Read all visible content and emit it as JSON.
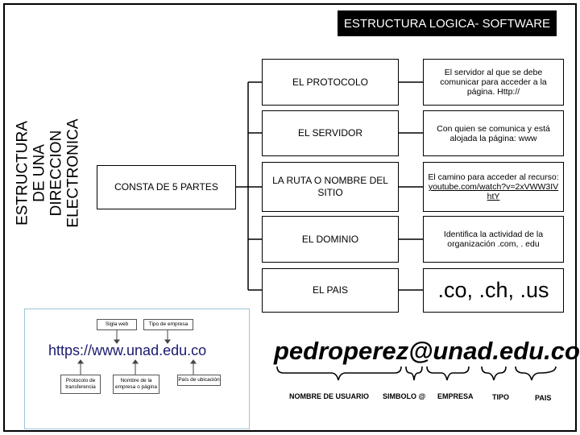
{
  "title": "ESTRUCTURA LOGICA- SOFTWARE",
  "vertical_title": "ESTRUCTURA DE UNA DIRECCION ELECTRONICA",
  "root_box": "CONSTA DE 5 PARTES",
  "parts": [
    {
      "name": "EL PROTOCOLO",
      "description": "El servidor al que se debe comunicar para acceder a la página. Http://"
    },
    {
      "name": "EL SERVIDOR",
      "description": "Con quien se comunica y está alojada la página: www"
    },
    {
      "name": "LA RUTA O NOMBRE DEL SITIO",
      "description": "El camino para acceder al recurso:",
      "link": "youtube.com/watch?v=2xVWW3IVhtY"
    },
    {
      "name": "EL DOMINIO",
      "description": "Identifica la actividad de la organización .com, . edu"
    },
    {
      "name": "EL PAIS",
      "description": ".co, .ch, .us"
    }
  ],
  "url_diagram": {
    "url": "https://www.unad.edu.co",
    "labels": {
      "sigla": "Sigla web",
      "tipo": "Tipo de empresa",
      "protocolo": "Protocolo de transferencia",
      "nombre": "Nombre de la empresa o página",
      "pais": "País de ubicación"
    }
  },
  "email_diagram": {
    "email": "pedroperez@unad.edu.co",
    "labels": {
      "usuario": "NOMBRE DE USUARIO",
      "simbolo": "SIMBOLO @",
      "empresa": "EMPRESA",
      "tipo": "TIPO",
      "pais": "PAIS"
    }
  }
}
